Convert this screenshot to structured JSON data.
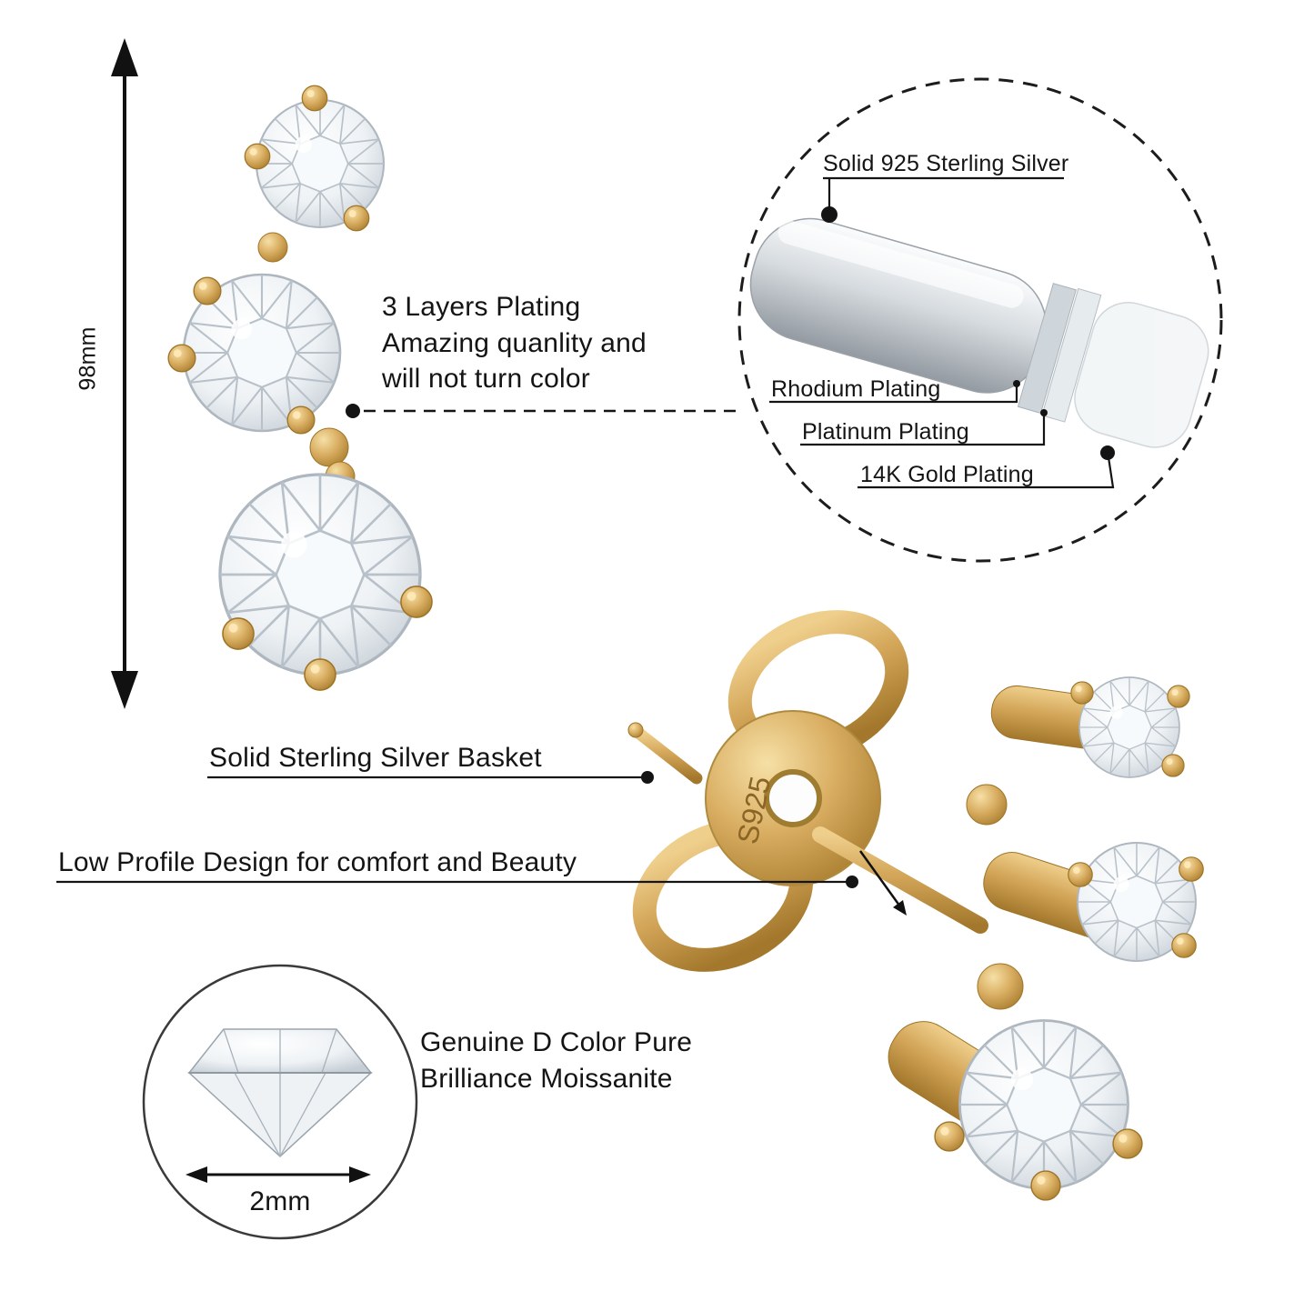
{
  "page": {
    "background": "#ffffff"
  },
  "colors": {
    "gold": "#D2A55A",
    "gold_dark": "#A4782C",
    "silver": "#C8CED3",
    "text": "#141414"
  },
  "dimensions": {
    "earring_height": "98mm",
    "stone_width": "2mm"
  },
  "plating_callout": "3 Layers Plating\nAmazing quanlity and\nwill not turn color",
  "plating_layers": {
    "base": "Solid 925 Sterling Silver",
    "layer1": "Rhodium Plating",
    "layer2": "Platinum Plating",
    "layer3": "14K Gold Plating"
  },
  "features": {
    "basket": "Solid Sterling Silver Basket",
    "low_profile": "Low Profile Design for comfort and Beauty",
    "stone": "Genuine D Color Pure\nBrilliance Moissanite"
  },
  "earring": {
    "stamp": "S925"
  }
}
